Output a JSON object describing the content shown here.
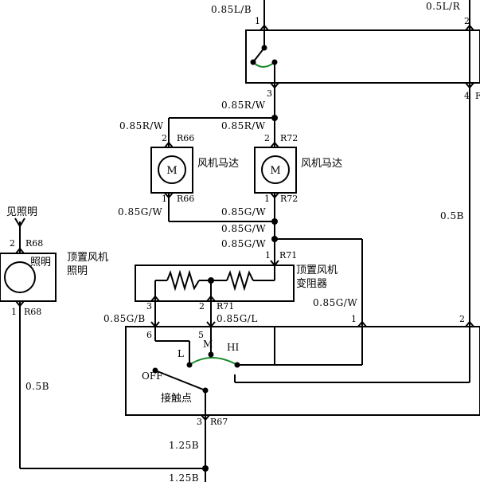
{
  "wires": {
    "top_left": "0.85L/B",
    "top_right": "0.5L/R",
    "switch_to_junction": "0.85R/W",
    "motor1_in": "0.85R/W",
    "motor2_in": "0.85R/W",
    "motor1_out": "0.85G/W",
    "motor2_out": "0.85G/W",
    "junction_down1": "0.85G/W",
    "junction_down2": "0.85G/W",
    "right_bus": "0.5B",
    "resistor_right": "0.85G/W",
    "resistor_out3": "0.85G/B",
    "resistor_out2": "0.85G/L",
    "lamp_ground": "0.5B",
    "ground1": "1.25B",
    "ground2": "1.25B"
  },
  "pins": {
    "relay_1": "1",
    "relay_2": "2",
    "relay_3": "3",
    "relay_4": "4",
    "m1_top": "2",
    "m1_bottom": "1",
    "m2_top": "2",
    "m2_bottom": "1",
    "r_top": "1",
    "r_3": "3",
    "r_2": "2",
    "sw_6": "6",
    "sw_5": "5",
    "sw_1": "1",
    "sw_2": "2",
    "sw_3": "3",
    "lamp_2": "2",
    "lamp_1": "1"
  },
  "connectors": {
    "r66_top": "R66",
    "r66_bottom": "R66",
    "r72_top": "R72",
    "r72_bottom": "R72",
    "r71_top": "R71",
    "r71_mid": "R71",
    "r68_top": "R68",
    "r68_bottom": "R68",
    "r67": "R67",
    "relay_partial": "F"
  },
  "components": {
    "motor1_name": "风机马达",
    "motor2_name": "风机马达",
    "motor_symbol": "M",
    "resistor_name_line1": "顶置风机",
    "resistor_name_line2": "变阻器",
    "lamp_name_line1": "顶置风机",
    "lamp_name_line2": "照明",
    "lamp_inner": "照明",
    "see_lighting": "见照明"
  },
  "switch": {
    "low": "L",
    "mid": "M",
    "high": "HI",
    "off": "OFF",
    "contact": "接触点"
  }
}
